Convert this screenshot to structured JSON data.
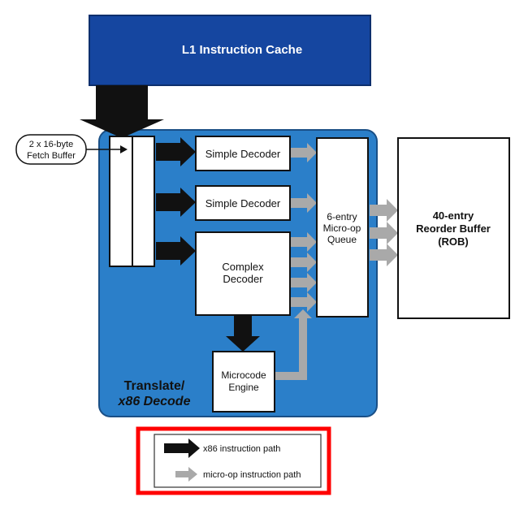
{
  "cache": {
    "label": "L1 Instruction Cache",
    "color": "#1546a0"
  },
  "fetch_buffer": {
    "line1": "2 x 16-byte",
    "line2": "Fetch Buffer"
  },
  "decode_unit": {
    "line1": "Translate/",
    "line2": "x86 Decode",
    "color": "#2b7fc9"
  },
  "decoders": [
    {
      "label": "Simple Decoder"
    },
    {
      "label": "Simple Decoder"
    }
  ],
  "complex_decoder": {
    "line1": "Complex",
    "line2": "Decoder"
  },
  "microcode_engine": {
    "line1": "Microcode",
    "line2": "Engine"
  },
  "queue": {
    "line1": "6-entry",
    "line2": "Micro-op",
    "line3": "Queue"
  },
  "rob": {
    "line1": "40-entry",
    "line2": "Reorder Buffer",
    "line3": "(ROB)"
  },
  "legend": {
    "x86_path": "x86 instruction path",
    "micro_op_path": "micro-op instruction path",
    "highlight_color": "#ff0000"
  },
  "colors": {
    "x86_arrow": "#111111",
    "micro_op_arrow": "#a9a9a9"
  }
}
